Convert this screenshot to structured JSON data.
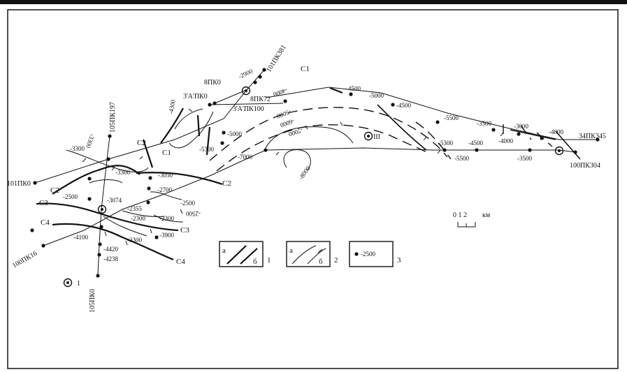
{
  "profiles": {
    "p101_0": "101ПК0",
    "p101_381": "101ПК381",
    "p8_0": "8ПК0",
    "p8_72": "8ПК72",
    "p3a_0": "3'А'ПК0",
    "p3a_100": "3'А'ПК100",
    "p105_197": "105ПК197",
    "p105_0": "105ПК0",
    "p100_16": "100ПК16",
    "p100_304": "100ПК304",
    "p34_345": "34ПК345"
  },
  "horizons": {
    "c1": "C1",
    "c2": "C2",
    "c2_1": "C2",
    "c3": "C3",
    "c4": "C4"
  },
  "wells": {
    "w1": "1",
    "w3": "III"
  },
  "depths": {
    "d2900": "-2900",
    "d4000a": "-4000",
    "d4300": "-4300",
    "d3300": "-3300",
    "d3300b": "-3300",
    "d3300c": "-3300",
    "d3300d": "-3300",
    "d5000a": "-5000",
    "d5300a": "-5300",
    "d5000b": "-5000",
    "d6000": "-6000",
    "d7000a": "-7000",
    "d7000b": "-7000",
    "d8000": "-8000",
    "d4500a": "-4500",
    "d5000c": "-5000",
    "d4500b": "-4500",
    "d5500a": "-5500",
    "d3500a": "-3500",
    "d3000": "-3000",
    "d4000b": "-4000",
    "d4000c": "-4000",
    "d5300b": "-5300",
    "d4500c": "-4500",
    "d5500b": "-5500",
    "d3500b": "-3500",
    "d3050": "-3050",
    "d2700": "-2700",
    "d2500a": "-2500",
    "d3074": "-3074",
    "d2355": "-2355",
    "d2500b": "-2500",
    "d2500c": "-2500",
    "d2300a": "-2300",
    "d2300b": "-2300",
    "d3900": "-3900",
    "d4100": "-4100",
    "d4420": "-4420",
    "d4238": "-4238"
  },
  "scale": {
    "ticks": "0 1 2",
    "unit": "км"
  },
  "legend": {
    "a": "а",
    "b": "б",
    "n1": "1",
    "n2": "2",
    "n3": "3",
    "sample": "-2500"
  }
}
